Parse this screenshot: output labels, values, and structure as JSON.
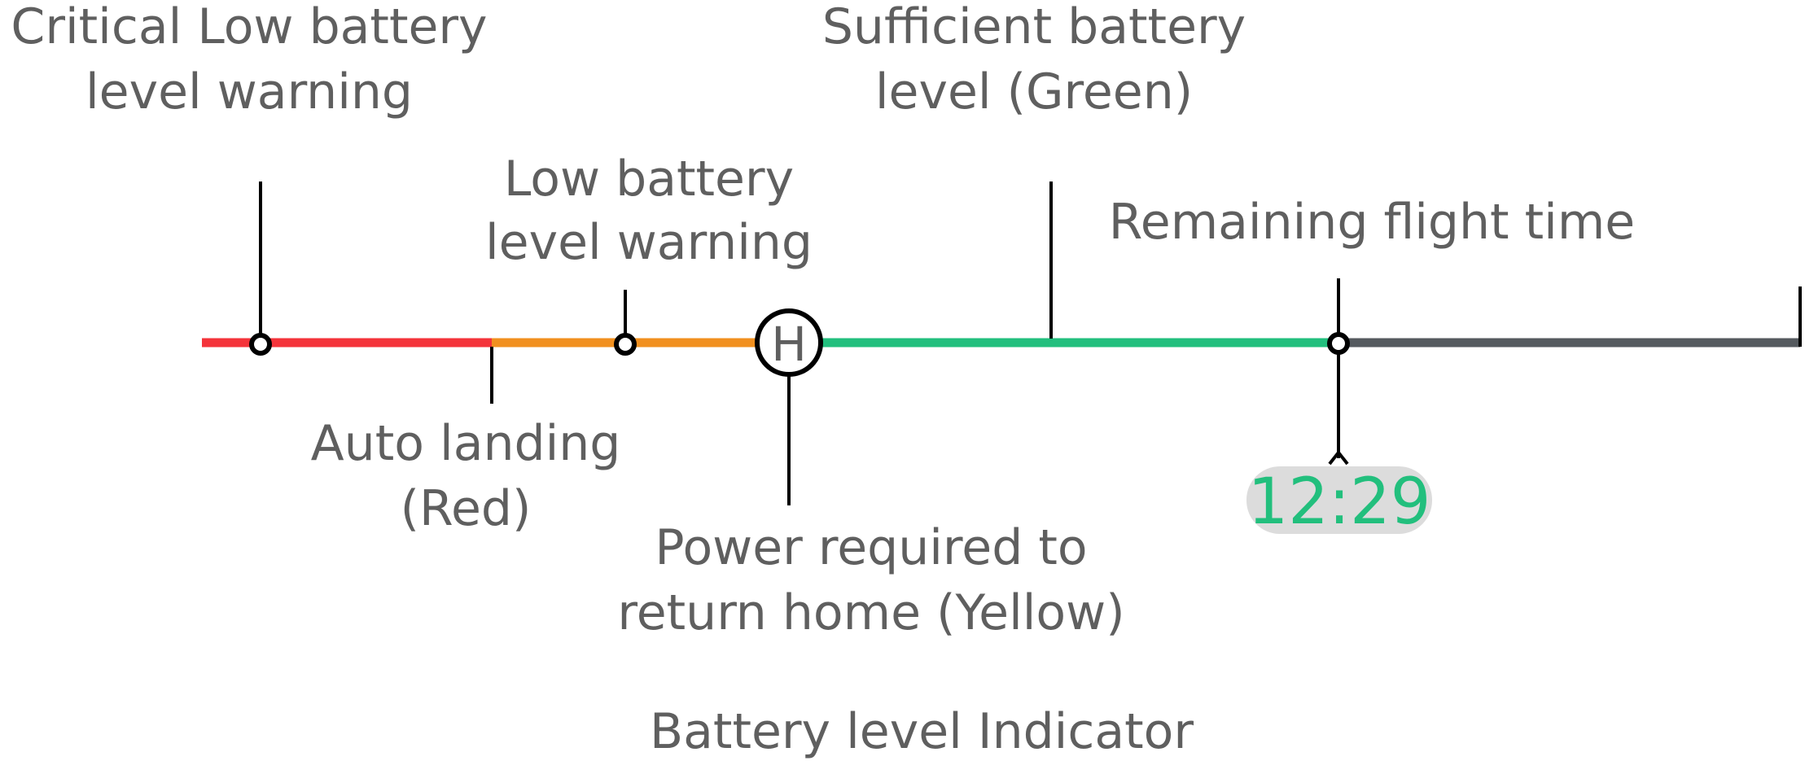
{
  "labels": {
    "critical_low_line1": "Critical Low battery",
    "critical_low_line2": "level warning",
    "sufficient_line1": "Sufficient battery",
    "sufficient_line2": "level (Green)",
    "low_line1": "Low battery",
    "low_line2": "level warning",
    "remaining": "Remaining flight time",
    "auto_landing_line1": "Auto landing",
    "auto_landing_line2": "(Red)",
    "return_home_line1": "Power required to",
    "return_home_line2": "return home (Yellow)",
    "home_marker": "H",
    "time": "12:29",
    "caption": "Battery level Indicator"
  },
  "colors": {
    "red": "#f4333a",
    "orange": "#f1901f",
    "green": "#22bf7d",
    "gray": "#555a5f",
    "text": "#5f5f5f",
    "badge": "#dcdcdc"
  }
}
